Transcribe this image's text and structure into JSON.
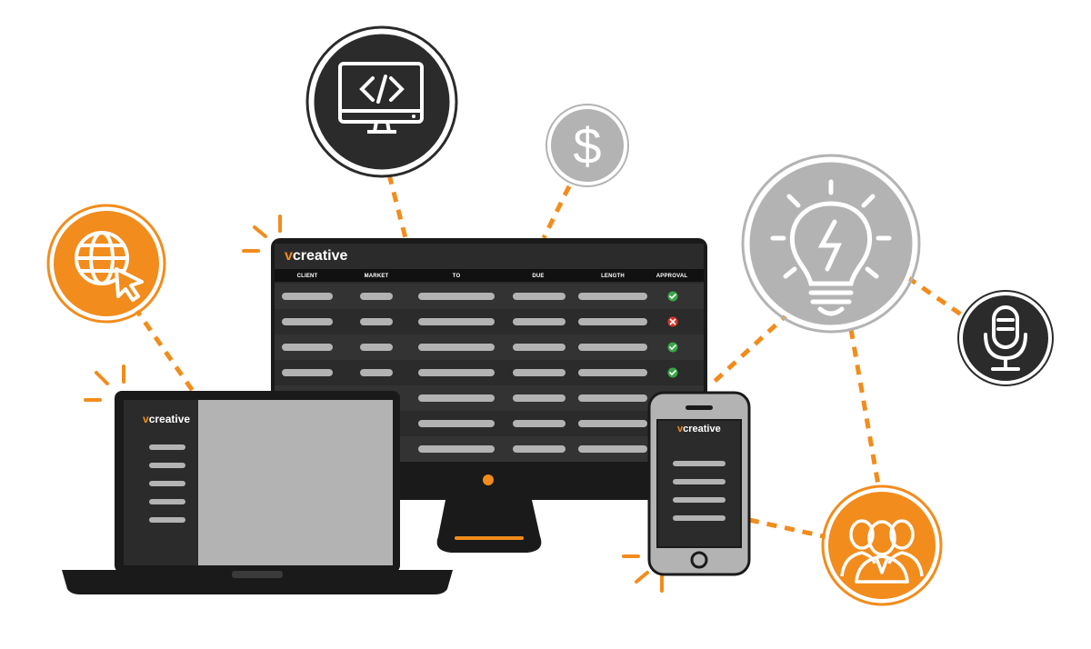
{
  "brand": {
    "prefix": "v",
    "name": "creative"
  },
  "colors": {
    "orange": "#f28c1c",
    "dark": "#2b2b2b",
    "grey": "#b3b3b3",
    "approved": "#3aa64a",
    "rejected": "#d9352a"
  },
  "monitor": {
    "columns": [
      "CLIENT",
      "MARKET",
      "TO",
      "DUE",
      "LENGTH",
      "APPROVAL"
    ],
    "rows": [
      {
        "approval": "approved"
      },
      {
        "approval": "rejected"
      },
      {
        "approval": "approved"
      },
      {
        "approval": "approved"
      },
      {
        "approval": ""
      },
      {
        "approval": ""
      },
      {
        "approval": ""
      }
    ]
  },
  "laptop": {
    "menu_items": 5
  },
  "phone": {
    "menu_items": 4
  },
  "icons": [
    "code-monitor-icon",
    "dollar-icon",
    "lightbulb-icon",
    "microphone-icon",
    "globe-cursor-icon",
    "team-icon"
  ]
}
